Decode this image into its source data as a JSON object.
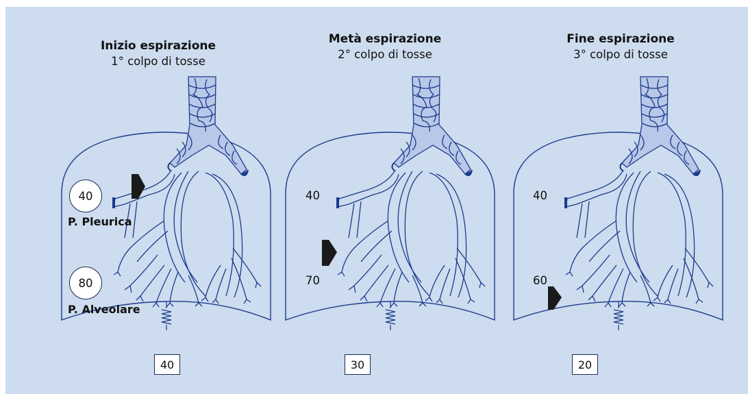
{
  "panels": [
    {
      "title": "Inizio espirazione",
      "subtitle": "1° colpo di tosse",
      "pleural_value": "40",
      "alveolar_value": "80",
      "pleural_label": "P. Pleurica",
      "alveolar_label": "P. Alveolare",
      "gauge_value": "40"
    },
    {
      "title": "Metà espirazione",
      "subtitle": "2° colpo di tosse",
      "pleural_value": "40",
      "alveolar_value": "70",
      "gauge_value": "30"
    },
    {
      "title": "Fine espirazione",
      "subtitle": "3° colpo di tosse",
      "pleural_value": "40",
      "alveolar_value": "60",
      "gauge_value": "20"
    }
  ],
  "colors": {
    "background": "#cddcee",
    "line": "#1b3a8c",
    "airway_fill": "#b9c7e8",
    "arrow": "#1a1a1a"
  }
}
